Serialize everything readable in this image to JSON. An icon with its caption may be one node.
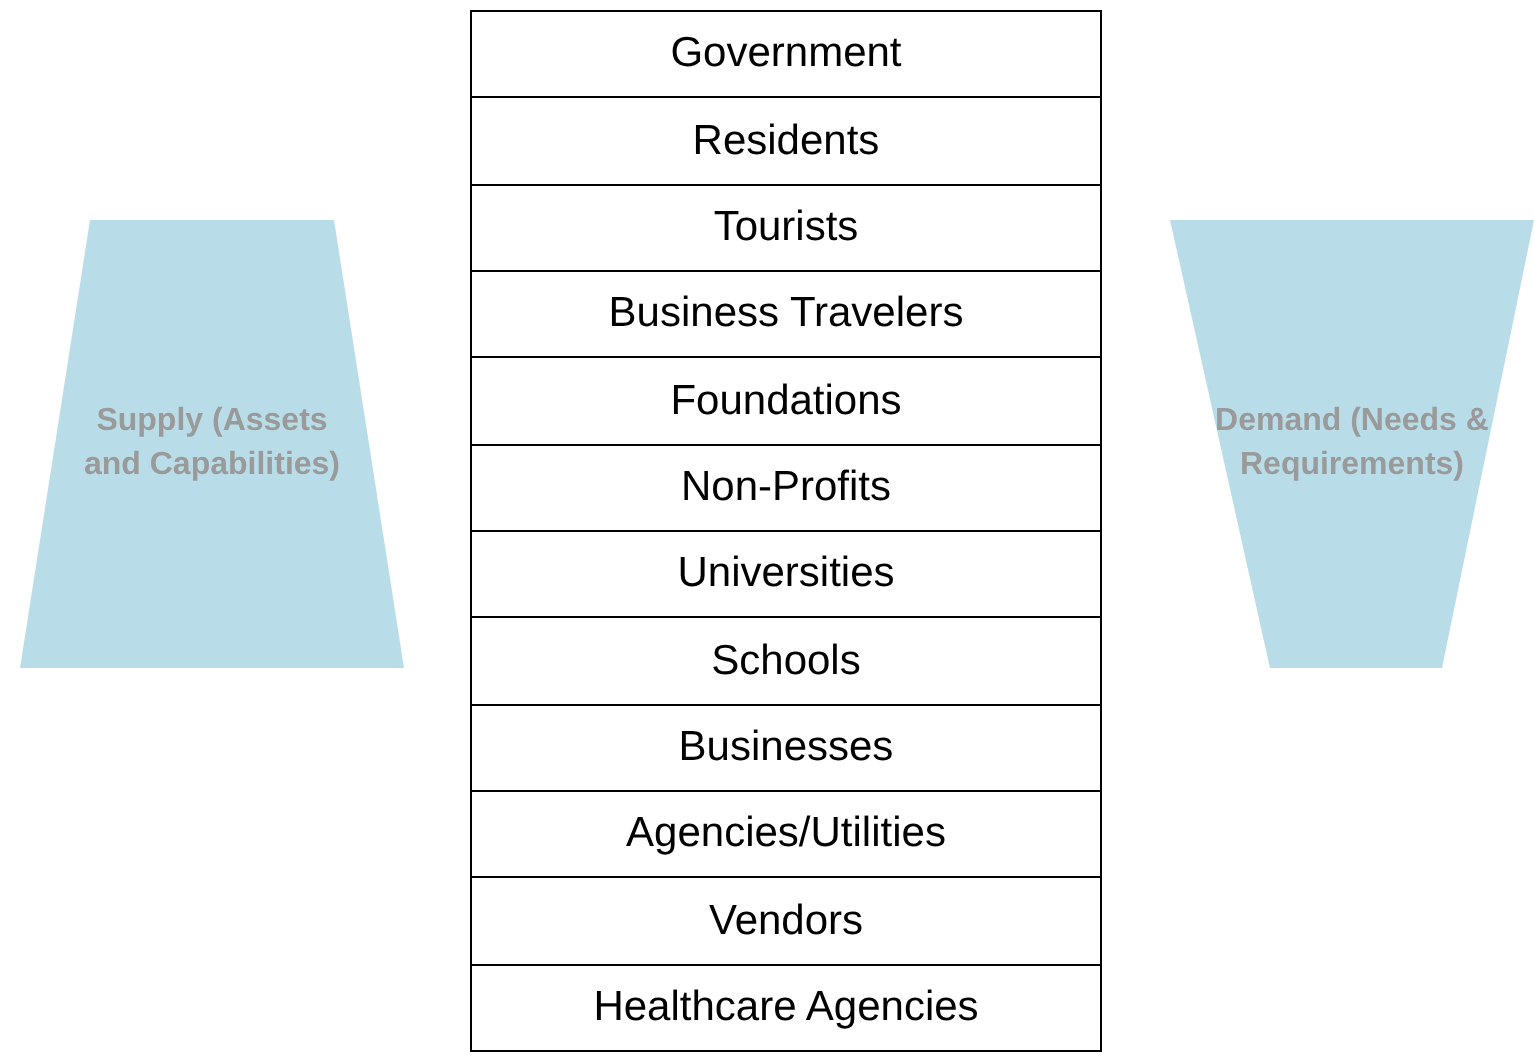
{
  "diagram": {
    "nodes": [
      {
        "text": [
          "Supply (Assets and Capabilities)"
        ]
      },
      {
        "text": [
          "Government"
        ]
      },
      {
        "text": [
          "Residents"
        ]
      },
      {
        "text": [
          "Tourists"
        ]
      },
      {
        "text": [
          "Business Travelers"
        ]
      },
      {
        "text": [
          "Foundations"
        ]
      },
      {
        "text": [
          "Non-Profits"
        ]
      },
      {
        "text": [
          "Universities"
        ]
      },
      {
        "text": [
          "Schools"
        ]
      },
      {
        "text": [
          "Businesses"
        ]
      },
      {
        "text": [
          "Agencies/Utilities"
        ]
      },
      {
        "text": [
          "Vendors"
        ]
      },
      {
        "text": [
          "Healthcare Agencies"
        ]
      },
      {
        "text": [
          "Demand (Needs & Requirements)"
        ]
      }
    ]
  }
}
